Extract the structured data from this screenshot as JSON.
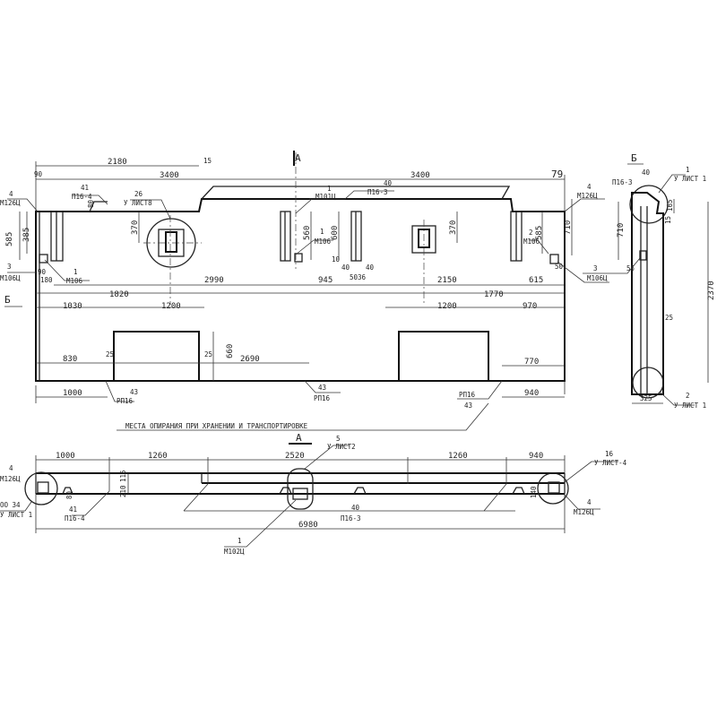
{
  "colors": {
    "ink": "#222222",
    "paper": "#ffffff"
  },
  "section_marks": {
    "a_top": "А",
    "b_top": "Б",
    "b_left": "Б",
    "a_bottom": "А"
  },
  "elevation": {
    "dims": {
      "d2180": "2180",
      "d15": "15",
      "d90": "90",
      "d3400_left": "3400",
      "d3400_right": "3400",
      "d79": "79",
      "d585_outer": "585",
      "d385": "385",
      "d370_left": "370",
      "d560": "560",
      "d600": "600",
      "d370_right": "370",
      "d585_right": "585",
      "d710": "710",
      "d80": "80",
      "d90b": "90",
      "d180": "180",
      "d10": "10",
      "d40a": "40",
      "d40b": "40",
      "d5036": "5036",
      "d50r": "50",
      "d2990": "2990",
      "d945": "945",
      "d2150": "2150",
      "d615": "615",
      "d1820": "1820",
      "d1770": "1770",
      "d1030": "1030",
      "d1200_left": "1200",
      "d1200_right": "1200",
      "d970": "970",
      "d830": "830",
      "d25a": "25",
      "d25b": "25",
      "d660": "660",
      "d2690": "2690",
      "d770": "770",
      "d1000": "1000",
      "d940": "940"
    },
    "callouts": {
      "m126_left": {
        "num": "4",
        "den": "М126Ц"
      },
      "p16_4": {
        "num": "41",
        "den": "П16-4"
      },
      "sheet18": {
        "num": "26",
        "den": "У ЛИСТ8"
      },
      "p16_3": {
        "num": "40",
        "den": "П16-3"
      },
      "m101": {
        "num": "1",
        "den": "М101Ц"
      },
      "m106_mid": {
        "num": "1",
        "den": "М106"
      },
      "m106_left": {
        "num": "1",
        "den": "М106"
      },
      "m106c_left": {
        "num": "3",
        "den": "М106Ц"
      },
      "m106_right": {
        "num": "2",
        "den": "М106"
      },
      "m126_right": {
        "num": "4",
        "den": "М126Ц"
      },
      "m106c_right": {
        "num": "3",
        "den": "М106Ц"
      },
      "rp16_left": {
        "num": "43",
        "den": "РП16"
      },
      "rp16_mid": {
        "num": "43",
        "den": "РП16"
      },
      "rp16_right": {
        "num": "РП16",
        "den": "43"
      }
    },
    "caption": "МЕСТА  ОПИРАНИЯ  ПРИ  ХРАНЕНИИ  И  ТРАНСПОРТИРОВКЕ"
  },
  "side_view": {
    "dims": {
      "d55": "55",
      "d710": "710",
      "d15": "15",
      "d165": "165",
      "d2370": "2370",
      "d25": "25",
      "d325": "325"
    },
    "callouts": {
      "p16_3": {
        "num": "40",
        "den": "П16-3"
      },
      "sheet1_top": {
        "num": "1",
        "den": "У ЛИСТ 1"
      },
      "sheet1_bottom": {
        "num": "2",
        "den": "У ЛИСТ 1"
      }
    }
  },
  "plan": {
    "dims": {
      "d1000": "1000",
      "d1260a": "1260",
      "d2520": "2520",
      "d1260b": "1260",
      "d940": "940",
      "d6980": "6980",
      "d210": "210",
      "d115": "115",
      "d140": "140",
      "d80": "80"
    },
    "callouts": {
      "m126_left": {
        "num": "4",
        "den": "М126Ц"
      },
      "sheet1": {
        "num": "ОО 34",
        "den": "У ЛИСТ 1"
      },
      "p16_4": {
        "num": "41",
        "den": "П16-4"
      },
      "sheet2": {
        "num": "5",
        "den": "У ЛИСТ2"
      },
      "m102": {
        "num": "1",
        "den": "М102Ц"
      },
      "p16_3": {
        "num": "40",
        "den": "П16-3"
      },
      "sheet4": {
        "num": "16",
        "den": "У ЛИСТ-4"
      },
      "m126_right": {
        "num": "4",
        "den": "М126Ц"
      }
    }
  }
}
